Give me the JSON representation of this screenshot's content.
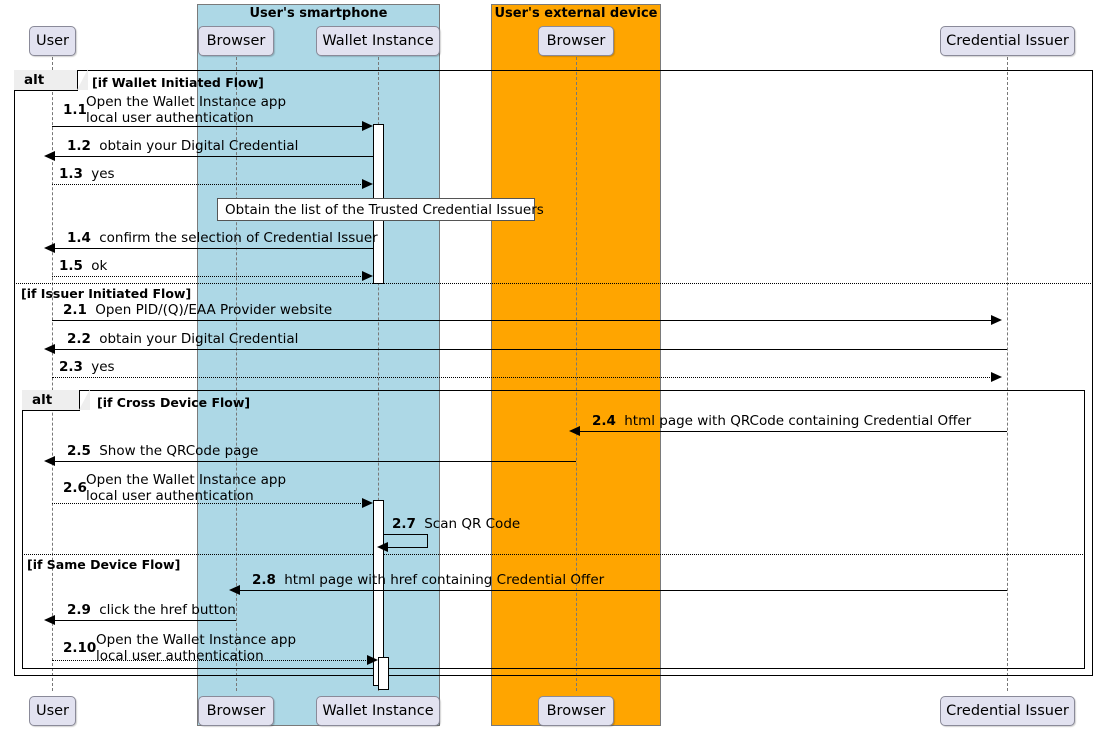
{
  "diagram": {
    "title": "Digital Credential Issuance Sequence Diagram",
    "colors": {
      "smartphone_box": "#ADD8E6",
      "external_device_box": "#FFA500",
      "participant_fill": "#E2E2F0",
      "frame_label_fill": "#EEEEEE",
      "line": "#000000"
    }
  },
  "groups": [
    {
      "id": "smartphone",
      "label": "User's smartphone",
      "color": "#ADD8E6"
    },
    {
      "id": "external",
      "label": "User's external device",
      "color": "#FFA500"
    }
  ],
  "participants": [
    {
      "id": "user",
      "label": "User"
    },
    {
      "id": "browser_phone",
      "label": "Browser"
    },
    {
      "id": "wallet",
      "label": "Wallet Instance"
    },
    {
      "id": "browser_ext",
      "label": "Browser"
    },
    {
      "id": "issuer",
      "label": "Credential Issuer"
    }
  ],
  "fragments": [
    {
      "id": "alt-outer",
      "operator": "alt",
      "conditions": [
        "[if Wallet Initiated Flow]",
        "[if Issuer Initiated Flow]"
      ]
    },
    {
      "id": "alt-inner",
      "operator": "alt",
      "conditions": [
        "[if Cross Device Flow]",
        "[if Same Device Flow]"
      ]
    }
  ],
  "messages": [
    {
      "seq": "1.1",
      "text_lines": [
        "Open the Wallet Instance app",
        "local user authentication"
      ],
      "from": "user",
      "to": "wallet",
      "style": "solid",
      "direction": "right"
    },
    {
      "seq": "1.2",
      "text_lines": [
        "obtain your Digital Credential"
      ],
      "from": "wallet",
      "to": "user",
      "style": "solid",
      "direction": "left"
    },
    {
      "seq": "1.3",
      "text_lines": [
        "yes"
      ],
      "from": "user",
      "to": "wallet",
      "style": "dotted",
      "direction": "right"
    },
    {
      "seq": "1.4",
      "text_lines": [
        "confirm the selection of Credential Issuer"
      ],
      "from": "wallet",
      "to": "user",
      "style": "solid",
      "direction": "left"
    },
    {
      "seq": "1.5",
      "text_lines": [
        "ok"
      ],
      "from": "user",
      "to": "wallet",
      "style": "dotted",
      "direction": "right"
    },
    {
      "seq": "2.1",
      "text_lines": [
        "Open PID/(Q)/EAA Provider website"
      ],
      "from": "user",
      "to": "issuer",
      "style": "solid",
      "direction": "right"
    },
    {
      "seq": "2.2",
      "text_lines": [
        "obtain your Digital Credential"
      ],
      "from": "issuer",
      "to": "user",
      "style": "solid",
      "direction": "left"
    },
    {
      "seq": "2.3",
      "text_lines": [
        "yes"
      ],
      "from": "user",
      "to": "issuer",
      "style": "dotted",
      "direction": "right"
    },
    {
      "seq": "2.4",
      "text_lines": [
        "html page with QRCode containing Credential Offer"
      ],
      "from": "issuer",
      "to": "browser_ext",
      "style": "solid",
      "direction": "left"
    },
    {
      "seq": "2.5",
      "text_lines": [
        "Show the QRCode page"
      ],
      "from": "browser_ext",
      "to": "user",
      "style": "solid",
      "direction": "left"
    },
    {
      "seq": "2.6",
      "text_lines": [
        "Open the Wallet Instance app",
        "local user authentication"
      ],
      "from": "user",
      "to": "wallet",
      "style": "dotted",
      "direction": "right"
    },
    {
      "seq": "2.7",
      "text_lines": [
        "Scan QR Code"
      ],
      "from": "wallet",
      "to": "wallet",
      "style": "solid",
      "direction": "self"
    },
    {
      "seq": "2.8",
      "text_lines": [
        "html page with href containing Credential Offer"
      ],
      "from": "issuer",
      "to": "browser_phone",
      "style": "solid",
      "direction": "left"
    },
    {
      "seq": "2.9",
      "text_lines": [
        "click the href button"
      ],
      "from": "browser_phone",
      "to": "user",
      "style": "solid",
      "direction": "left"
    },
    {
      "seq": "2.10",
      "text_lines": [
        "Open the Wallet Instance app",
        "local user authentication"
      ],
      "from": "user",
      "to": "wallet",
      "style": "dotted",
      "direction": "right"
    }
  ],
  "notes": [
    {
      "id": "note-trusted-issuers",
      "text": "Obtain the list of the Trusted Credential Issuers"
    }
  ]
}
